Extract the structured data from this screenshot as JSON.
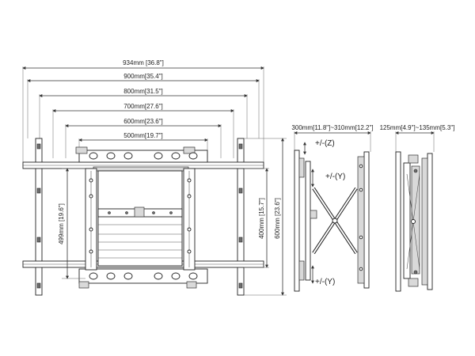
{
  "front_view": {
    "width_dimensions": [
      "934mm [36.8\"]",
      "900mm[35.4\"]",
      "800mm[31.5\"]",
      "700mm[27.6\"]",
      "600mm[23.6\"]",
      "500mm[19.7\"]"
    ],
    "height_dimensions": {
      "left": "499mm [19.6\"]",
      "right_inner": "400mm [15.7\"]",
      "right_outer": "600mm [23.6\"]"
    }
  },
  "side_view_extended": {
    "depth_label": "300mm[11.8\"]~310mm[12.2\"]",
    "axis_z": "+/-(Z)",
    "axis_y_top": "+/-(Y)",
    "axis_y_bottom": "+/-(Y)"
  },
  "side_view_collapsed": {
    "depth_label": "125mm[4.9\"]~135mm[5.3\"]"
  }
}
